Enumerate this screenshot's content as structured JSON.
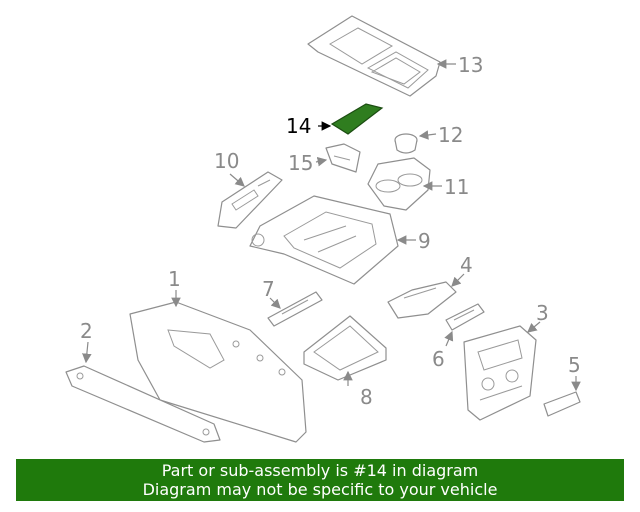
{
  "diagram": {
    "highlight_color": "#2f7d1f",
    "callouts": {
      "c1": "1",
      "c2": "2",
      "c3": "3",
      "c4": "4",
      "c5": "5",
      "c6": "6",
      "c7": "7",
      "c8": "8",
      "c9": "9",
      "c10": "10",
      "c11": "11",
      "c12": "12",
      "c13": "13",
      "c14": "14",
      "c15": "15"
    }
  },
  "banner": {
    "line1": "Part or sub-assembly is #14 in diagram",
    "line2": "Diagram may not be specific to your vehicle",
    "background": "#1f7a0c"
  }
}
